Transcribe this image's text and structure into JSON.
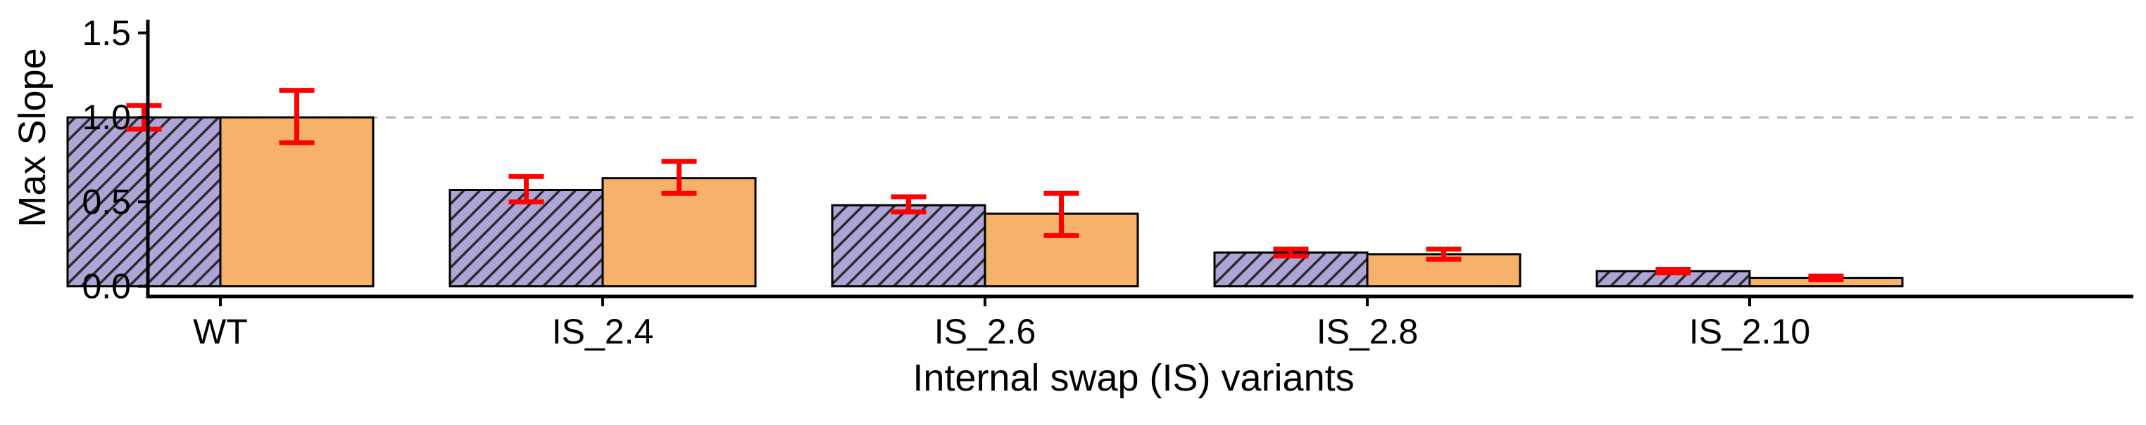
{
  "chart_data": {
    "type": "bar",
    "xlabel": "Internal swap (IS) variants",
    "ylabel": "Max Slope",
    "categories": [
      "WT",
      "IS_2.4",
      "IS_2.6",
      "IS_2.8",
      "IS_2.10"
    ],
    "ylim": [
      -0.06,
      1.57
    ],
    "yticks": [
      0.0,
      0.5,
      1.0,
      1.5
    ],
    "ytick_labels": [
      "0.0",
      "0.5",
      "1.0",
      "1.5"
    ],
    "reference_line": {
      "y": 1.0,
      "style": "dashed",
      "color": "#b3b3b3"
    },
    "grid": false,
    "legend": "none",
    "series": [
      {
        "fill": "#aea4d6",
        "pattern": "diagonal-hatch",
        "values": [
          1.0,
          0.57,
          0.48,
          0.2,
          0.09
        ],
        "err_low": [
          0.93,
          0.5,
          0.44,
          0.18,
          0.08
        ],
        "err_high": [
          1.07,
          0.65,
          0.53,
          0.22,
          0.1
        ]
      },
      {
        "fill": "#f6b26b",
        "pattern": "solid",
        "values": [
          1.0,
          0.64,
          0.43,
          0.19,
          0.05
        ],
        "err_low": [
          0.85,
          0.55,
          0.3,
          0.16,
          0.04
        ],
        "err_high": [
          1.16,
          0.74,
          0.55,
          0.22,
          0.06
        ]
      }
    ],
    "error_bar_color": "#ff0000"
  }
}
